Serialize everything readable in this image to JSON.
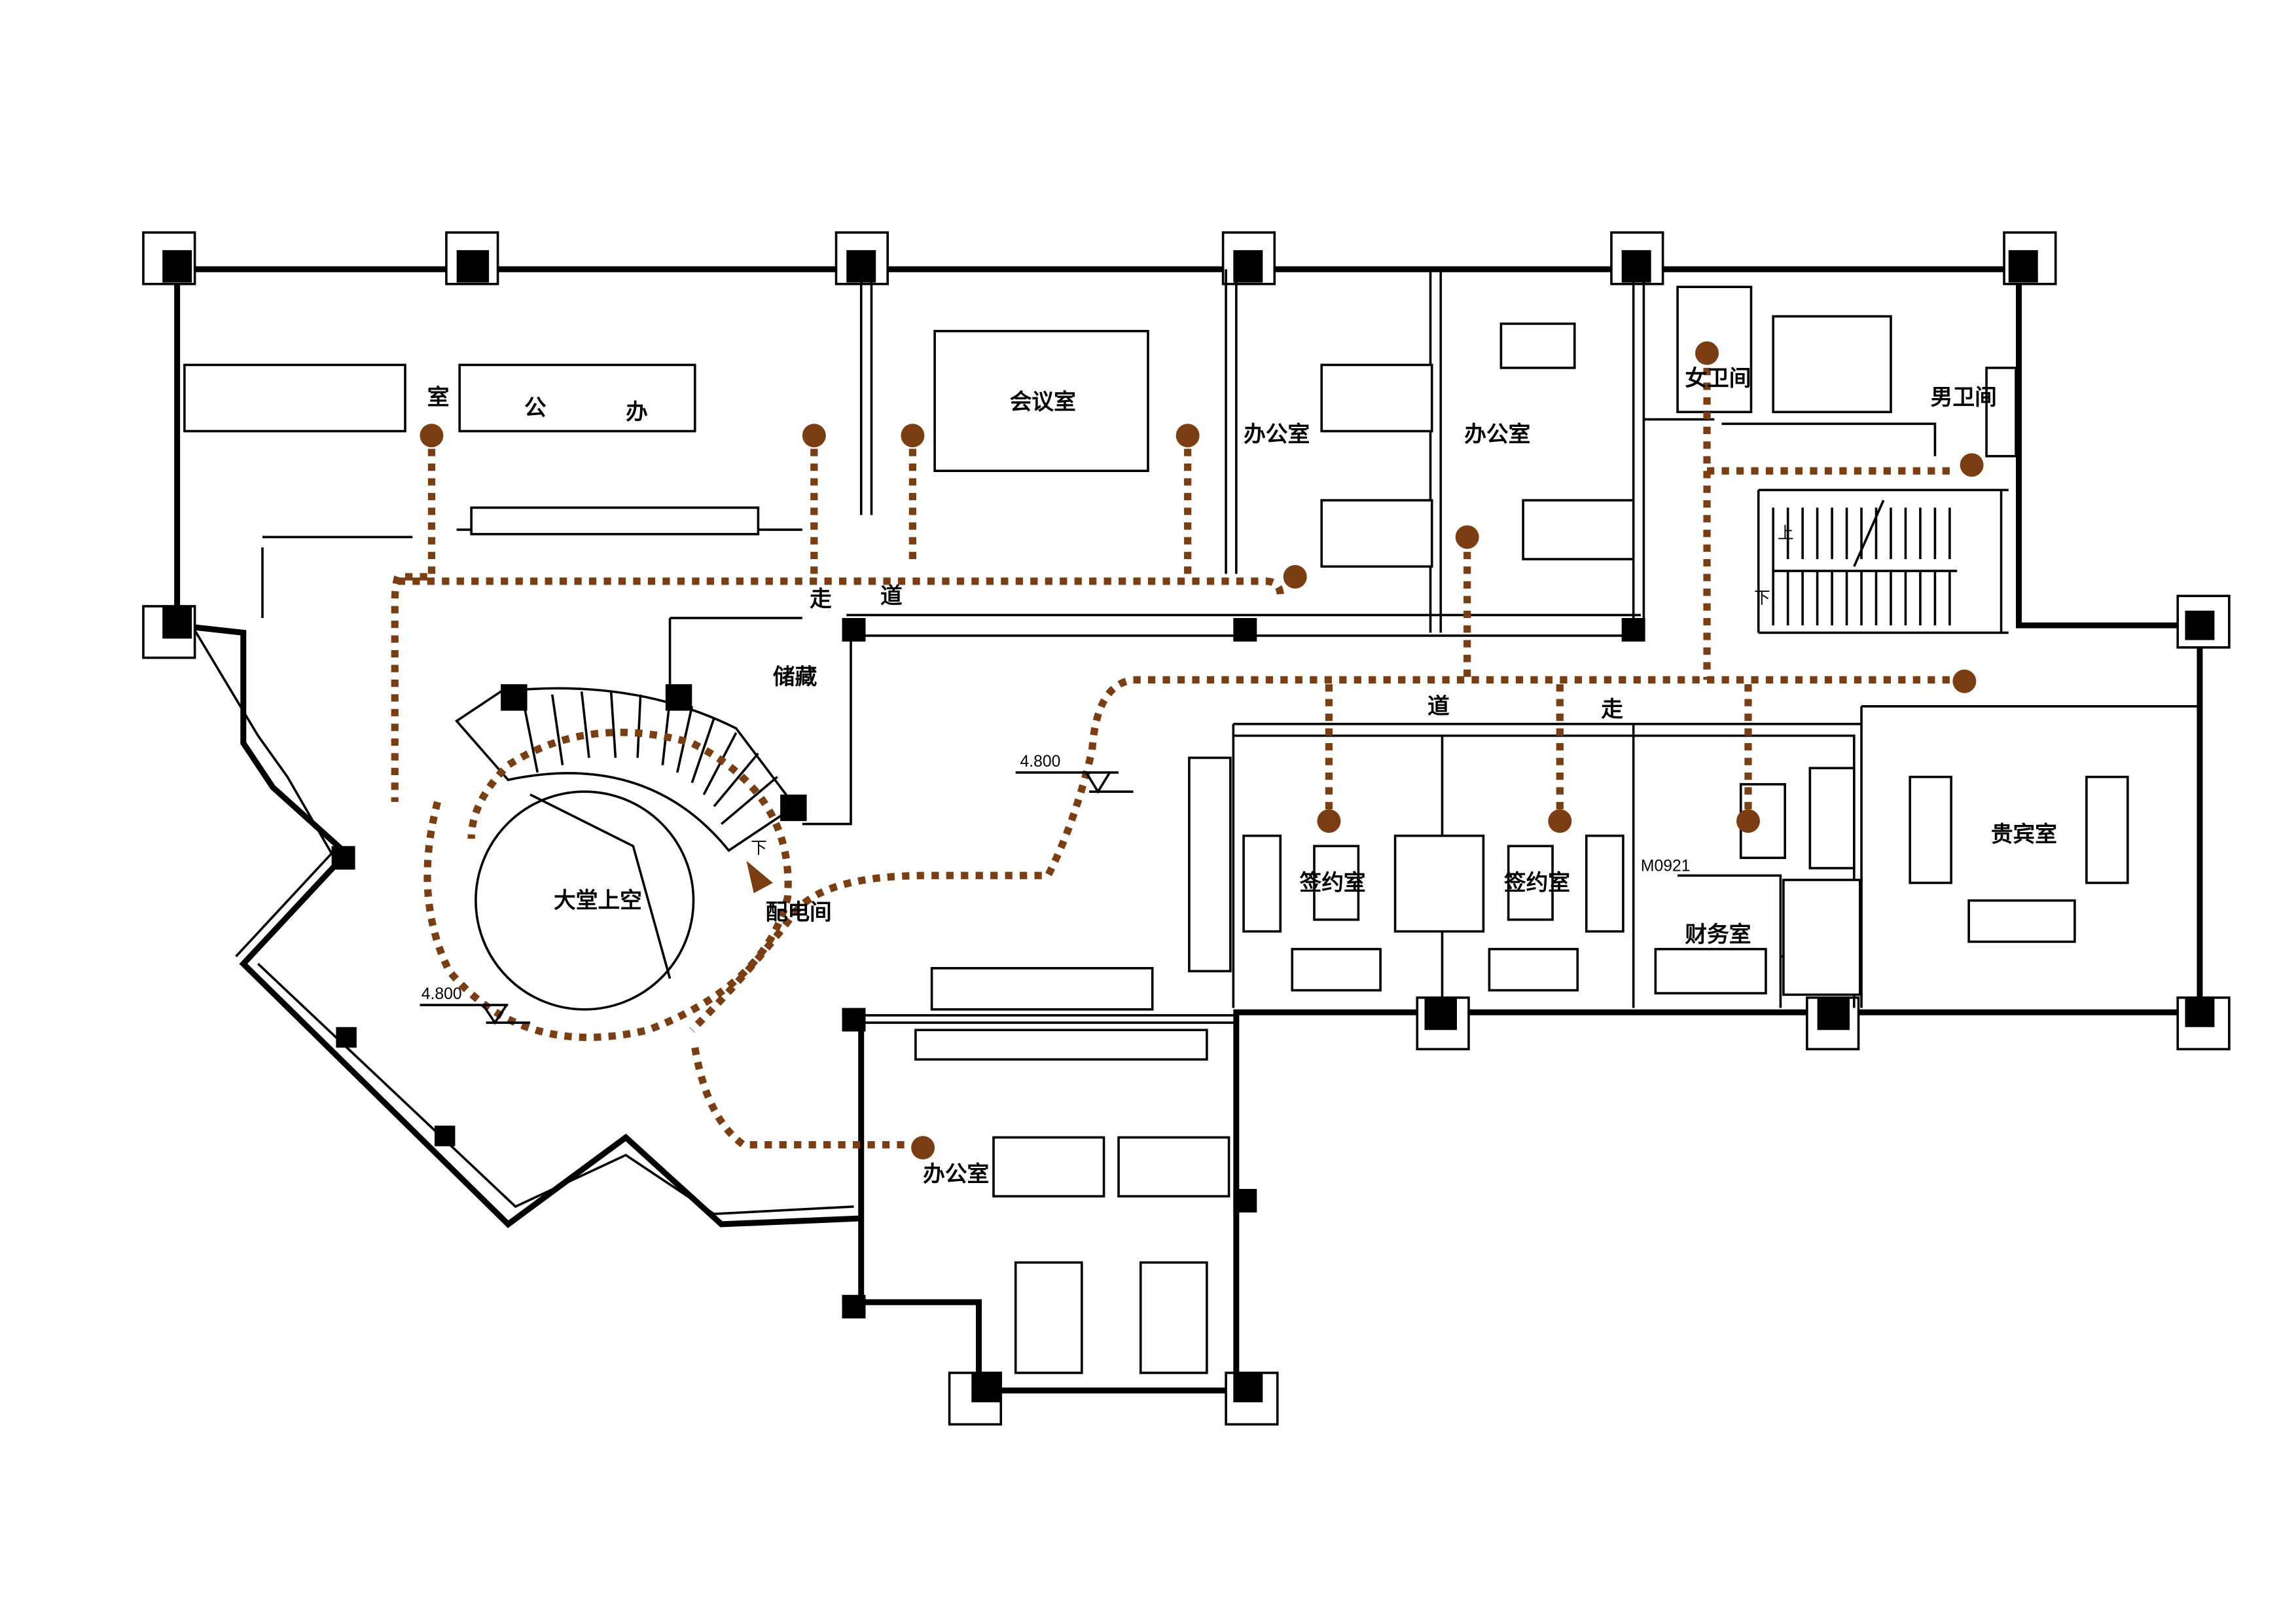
{
  "plan": {
    "rooms": {
      "office_top_left": [
        "室",
        "公",
        "办"
      ],
      "meeting_room": "会议室",
      "office_a": "办公室",
      "office_b": "办公室",
      "womens_restroom": "女卫间",
      "mens_restroom": "男卫间",
      "storage": "储藏",
      "lobby_void": "大堂上空",
      "power_room": "配电间",
      "signing_room_1": "签约室",
      "signing_room_2": "签约室",
      "finance_room": "财务室",
      "vip_room": "贵宾室",
      "office_bottom": "办公室"
    },
    "corridor_top": [
      "走",
      "道"
    ],
    "corridor_right": [
      "道",
      "走"
    ],
    "stair_up": "上",
    "stair_down": "下",
    "lobby_stair_down": "下",
    "elevation_1": "4.800",
    "elevation_2": "4.800",
    "door_code": "M0921",
    "colors": {
      "walls": "#000000",
      "circulation_path": "#7a3e12"
    }
  }
}
